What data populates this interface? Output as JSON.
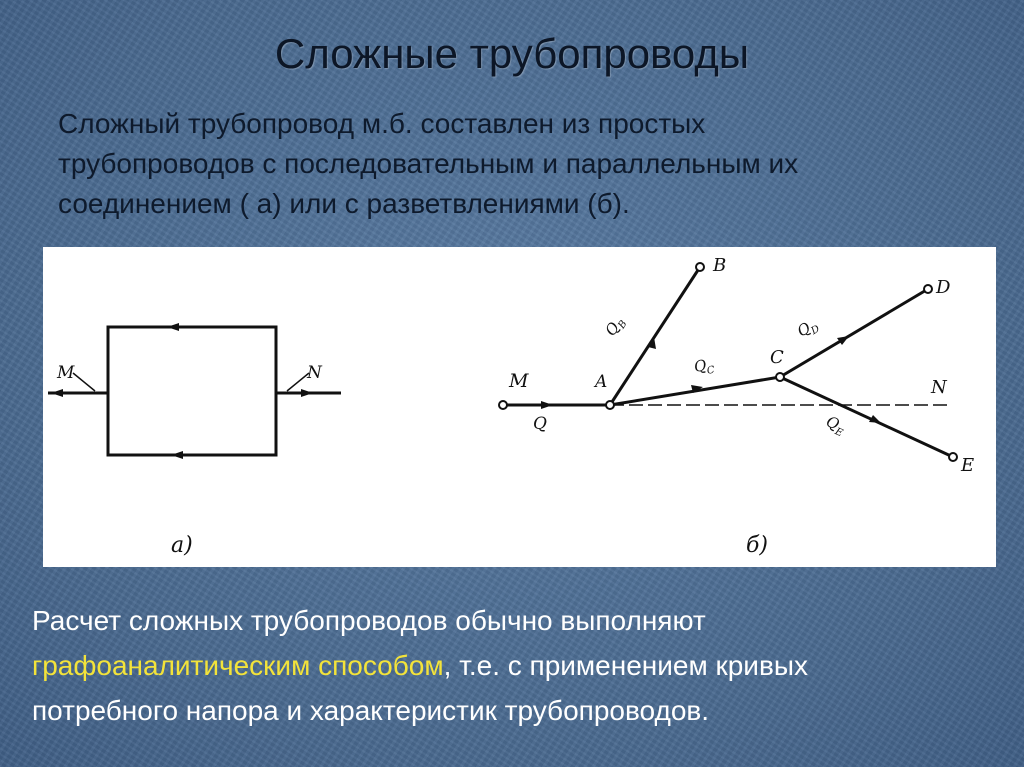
{
  "slide": {
    "title": "Сложные трубопроводы",
    "intro_lines": [
      "Сложный трубопровод м.б. составлен из простых",
      "трубопроводов с последовательным и параллельным их",
      "соединением ( а) или с разветвлениями (б)."
    ]
  },
  "figure": {
    "diagram_a": {
      "caption": "а)",
      "inlet_label": "M",
      "outlet_label": "N"
    },
    "diagram_b": {
      "caption": "б)",
      "nodes": {
        "m": "M",
        "a": "A",
        "b": "B",
        "c": "C",
        "d": "D",
        "e": "E",
        "n": "N"
      },
      "flows": {
        "q": "Q",
        "qb": "Q",
        "qb_sub": "B",
        "qc": "Q",
        "qc_sub": "C",
        "qd": "Q",
        "qd_sub": "D",
        "qe": "Q",
        "qe_sub": "E"
      }
    }
  },
  "bottom": {
    "line1": "Расчет сложных трубопроводов обычно выполняют",
    "line2_highlight": "графоаналитическим способом",
    "line2_rest": ", т.е. с применением кривых",
    "line3": "потребного напора и характеристик трубопроводов."
  },
  "colors": {
    "highlight": "#f3e33a",
    "text_dark": "#0e1a2c",
    "text_light": "#ffffff"
  }
}
